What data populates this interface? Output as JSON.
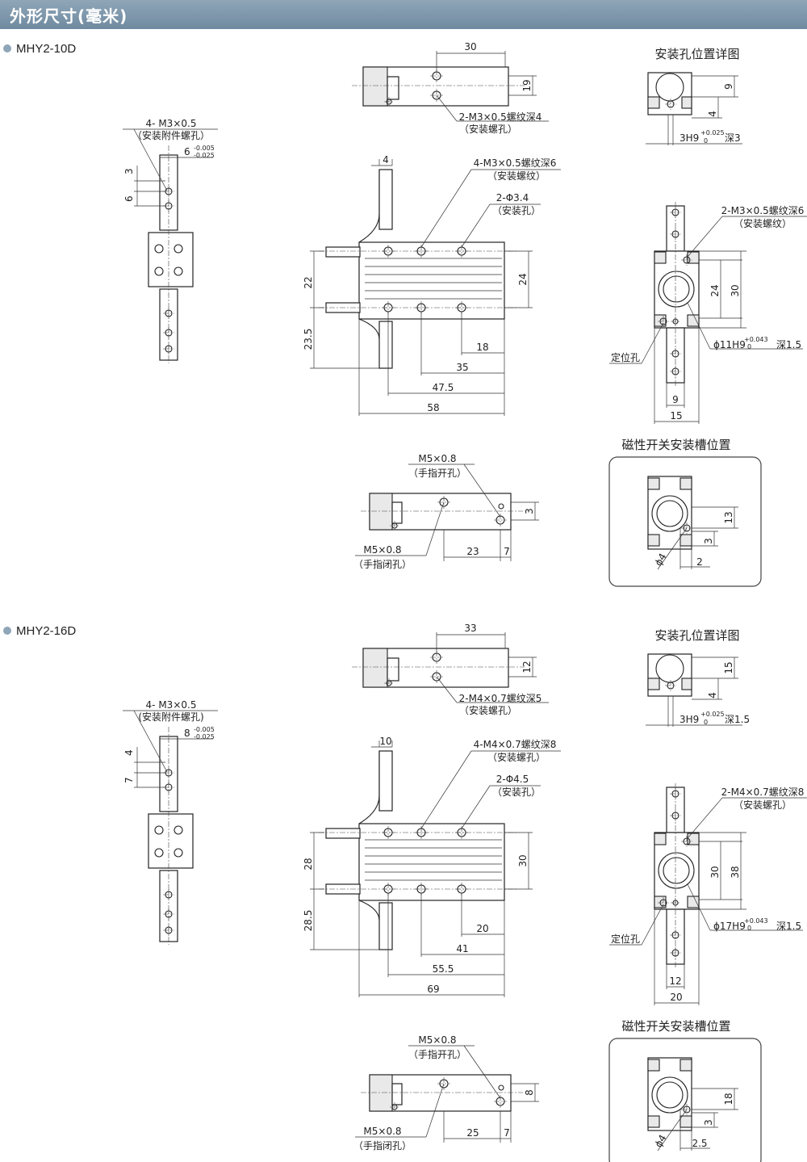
{
  "header": {
    "title": "外形尺寸(毫米)",
    "color": "#7d96aa"
  },
  "sections": [
    {
      "model": "MHY2-10D",
      "detail_title": "安装孔位置详图",
      "sensor_title": "磁性开关安装槽位置",
      "top_view": {
        "d_30": "30",
        "d_19": "19",
        "callout": "2-M3×0.5螺纹深4",
        "callout_sub": "（安装螺孔）"
      },
      "side_view": {
        "callout": "4- M3×0.5",
        "callout_sub": "（安装附件螺孔）",
        "tol": "6",
        "tol_up": "-0.005",
        "tol_lo": "-0.025",
        "d_3": "3",
        "d_6": "6"
      },
      "front_view": {
        "d_4": "4",
        "c1": "4-M3×0.5螺纹深6",
        "c1_sub": "（安装螺纹）",
        "c2": "2-Φ3.4",
        "c2_sub": "（安装孔）",
        "d_22": "22",
        "d_235": "23.5",
        "d_24": "24",
        "d_18": "18",
        "d_35": "35",
        "d_475": "47.5",
        "d_58": "58"
      },
      "hole_detail": {
        "d_9": "9",
        "d_4": "4",
        "fit": "3H9",
        "fit_up": "+0.025",
        "fit_lo": "0",
        "depth": "深3"
      },
      "end_view": {
        "c1": "2-M3×0.5螺纹深6",
        "c1_sub": "（安装螺纹）",
        "d_24": "24",
        "d_30": "30",
        "bore": "ϕ11H9",
        "bore_up": "+0.043",
        "bore_lo": "0",
        "bore_depth": "深1.5",
        "locate": "定位孔",
        "d_9": "9",
        "d_15": "15"
      },
      "bottom_view": {
        "port_open": "M5×0.8",
        "port_open_sub": "（手指开孔）",
        "port_close": "M5×0.8",
        "port_close_sub": "（手指闭孔）",
        "d_3": "3",
        "d_23": "23",
        "d_7": "7"
      },
      "sensor": {
        "d_13": "13",
        "d_3": "3",
        "d_2": "2",
        "d_phi4": "ϕ4"
      }
    },
    {
      "model": "MHY2-16D",
      "detail_title": "安装孔位置详图",
      "sensor_title": "磁性开关安装槽位置",
      "top_view": {
        "d_30": "33",
        "d_19": "12",
        "callout": "2-M4×0.7螺纹深5",
        "callout_sub": "（安装螺孔）"
      },
      "side_view": {
        "callout": "4- M3×0.5",
        "callout_sub": "(安装附件螺孔)",
        "tol": "8",
        "tol_up": "-0.005",
        "tol_lo": "-0.025",
        "d_3": "4",
        "d_6": "7"
      },
      "front_view": {
        "d_4": "10",
        "c1": "4-M4×0.7螺纹深8",
        "c1_sub": "（安装螺孔）",
        "c2": "2-Φ4.5",
        "c2_sub": "（安装孔）",
        "d_22": "28",
        "d_235": "28.5",
        "d_24": "30",
        "d_18": "20",
        "d_35": "41",
        "d_475": "55.5",
        "d_58": "69"
      },
      "hole_detail": {
        "d_9": "15",
        "d_4": "4",
        "fit": "3H9",
        "fit_up": "+0.025",
        "fit_lo": "0",
        "depth": "深1.5"
      },
      "end_view": {
        "c1": "2-M4×0.7螺纹深8",
        "c1_sub": "（安装螺孔）",
        "d_24": "30",
        "d_30": "38",
        "bore": "ϕ17H9",
        "bore_up": "+0.043",
        "bore_lo": "0",
        "bore_depth": "深1.5",
        "locate": "定位孔",
        "d_9": "12",
        "d_15": "20"
      },
      "bottom_view": {
        "port_open": "M5×0.8",
        "port_open_sub": "（手指开孔）",
        "port_close": "M5×0.8",
        "port_close_sub": "（手指闭孔）",
        "d_3": "8",
        "d_23": "25",
        "d_7": "7"
      },
      "sensor": {
        "d_13": "18",
        "d_3": "3",
        "d_2": "2.5",
        "d_phi4": "ϕ4"
      }
    }
  ]
}
